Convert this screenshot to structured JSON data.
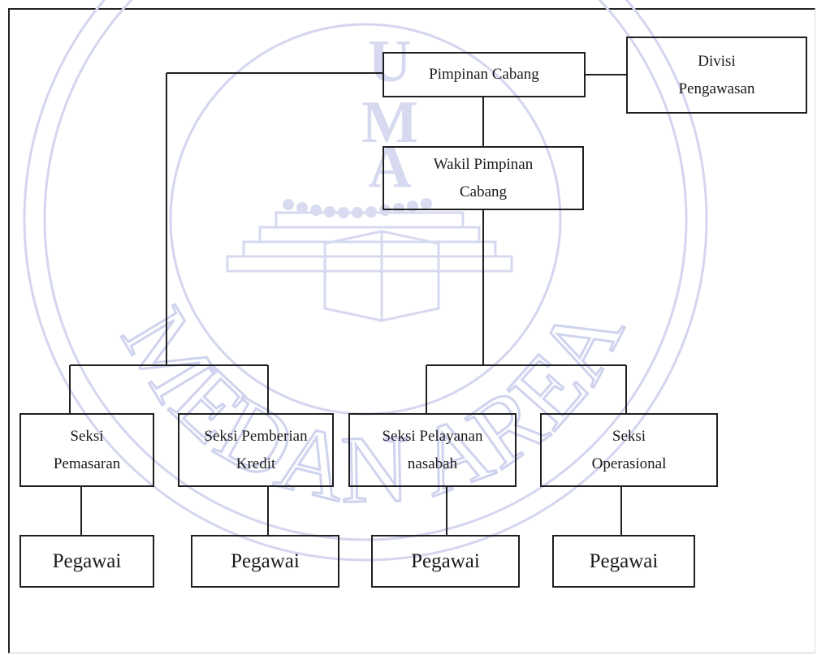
{
  "watermark": {
    "letters_top": [
      "U",
      "M",
      "A"
    ],
    "arc_text": "MEDAN AREA",
    "color": "#c9cdea"
  },
  "chart": {
    "nodes": {
      "pimpinan_cabang": {
        "label": "Pimpinan Cabang"
      },
      "divisi_pengawasan": {
        "lines": [
          "Divisi",
          "Pengawasan"
        ]
      },
      "wakil_pimpinan_cabang": {
        "lines": [
          "Wakil Pimpinan",
          "Cabang"
        ]
      },
      "seksi_pemasaran": {
        "lines": [
          "Seksi",
          "Pemasaran"
        ]
      },
      "seksi_pemberian_kredit": {
        "lines": [
          "Seksi Pemberian",
          "Kredit"
        ]
      },
      "seksi_pelayanan_nasabah": {
        "lines": [
          "Seksi Pelayanan",
          "nasabah"
        ]
      },
      "seksi_operasional": {
        "lines": [
          "Seksi",
          "Operasional"
        ]
      },
      "pegawai_1": {
        "label": "Pegawai"
      },
      "pegawai_2": {
        "label": "Pegawai"
      },
      "pegawai_3": {
        "label": "Pegawai"
      },
      "pegawai_4": {
        "label": "Pegawai"
      }
    },
    "line_color": "#1f1f1f"
  }
}
